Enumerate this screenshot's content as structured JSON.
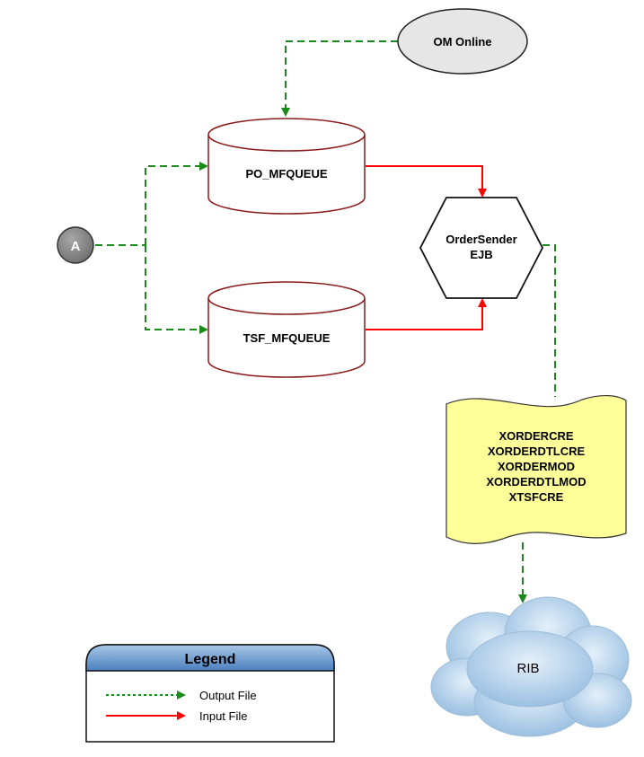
{
  "nodes": {
    "om_online": "OM Online",
    "po_mfqueue": "PO_MFQUEUE",
    "tsf_mfqueue": "TSF_MFQUEUE",
    "connector_a": "A",
    "ordersender": {
      "line1": "OrderSender",
      "line2": "EJB"
    },
    "messages": [
      "XORDERCRE",
      "XORDERDTLCRE",
      "XORDERMOD",
      "XORDERDTLMOD",
      "XTSFCRE"
    ],
    "rib": "RIB"
  },
  "legend": {
    "title": "Legend",
    "output_label": "Output File",
    "input_label": "Input File"
  },
  "colors": {
    "output_line": "#1a8a1a",
    "input_line": "#ff0000",
    "queue_stroke": "#8b1a1a",
    "document_fill": "#ffff99",
    "ellipse_fill": "#e6e6e6",
    "connector_fill": "#8c8c8c",
    "legend_header": "#5f8fc4",
    "cloud_fill": "#b7d4ec"
  }
}
